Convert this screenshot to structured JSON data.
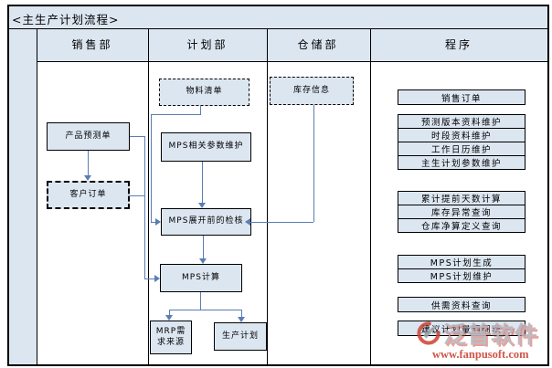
{
  "title": "<主生产计划流程>",
  "columns": {
    "sales": "销售部",
    "planning": "计划部",
    "warehouse": "仓储部",
    "program": "程序"
  },
  "flow": {
    "product_forecast": "产品预测单",
    "customer_order": "客户订单",
    "bom": "物料清单",
    "mps_params": "MPS相关参数维护",
    "mps_check": "MPS展开前的检核",
    "mps_calc": "MPS计算",
    "mrp_source": "MRP需求来源",
    "prod_plan": "生产计划",
    "inventory_info": "库存信息"
  },
  "program": {
    "sales_order": "销售订单",
    "forecast_version": "预测版本资料维护",
    "time_bucket": "时段资料维护",
    "work_calendar": "工作日历维护",
    "master_params": "主生计划参数维护",
    "lead_time": "累计提前天数计算",
    "inv_exception": "库存异常查询",
    "net_calc": "仓库净算定义查询",
    "mps_generate": "MPS计划生成",
    "mps_maintain": "MPS计划维护",
    "supply_demand": "供需资料查询",
    "suggest_detail": "建议计划量明细表"
  },
  "watermark": {
    "brand": "泛普软件",
    "url": "www.fanpusoft.com"
  },
  "colors": {
    "fill": "#dce6f1",
    "connector": "#5a7db5",
    "border": "#000000"
  }
}
